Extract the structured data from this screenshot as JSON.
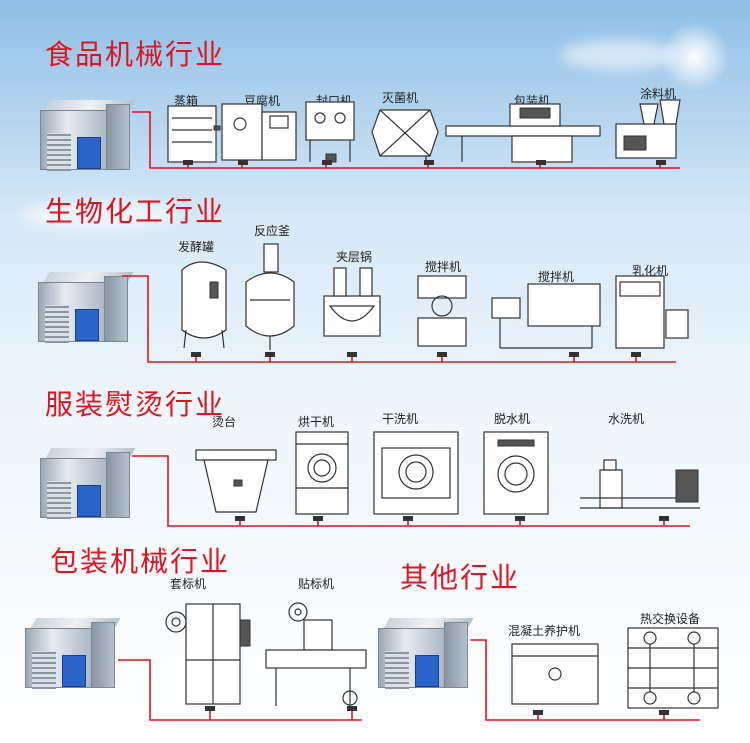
{
  "sections": {
    "food": {
      "title": "食品机械行业",
      "equipment": [
        "蒸箱",
        "豆腐机",
        "封口机",
        "灭菌机",
        "包装机",
        "涂料机"
      ]
    },
    "bio": {
      "title": "生物化工行业",
      "equipment": [
        "发酵罐",
        "反应釜",
        "夹层锅",
        "搅拌机",
        "搅拌机",
        "乳化机"
      ]
    },
    "garment": {
      "title": "服装熨烫行业",
      "equipment": [
        "烫台",
        "烘干机",
        "干洗机",
        "脱水机",
        "水洗机"
      ]
    },
    "packaging": {
      "title": "包装机械行业",
      "equipment": [
        "套标机",
        "贴标机"
      ]
    },
    "other": {
      "title": "其他行业",
      "equipment": [
        "混凝土养护机",
        "热交换设备"
      ]
    }
  },
  "icons": [
    "steam-boiler-icon",
    "valve-icon",
    "pipe-icon"
  ],
  "colors": {
    "title": "#e0141e",
    "pipe": "#e0141e",
    "panel": "#2a63c9"
  }
}
